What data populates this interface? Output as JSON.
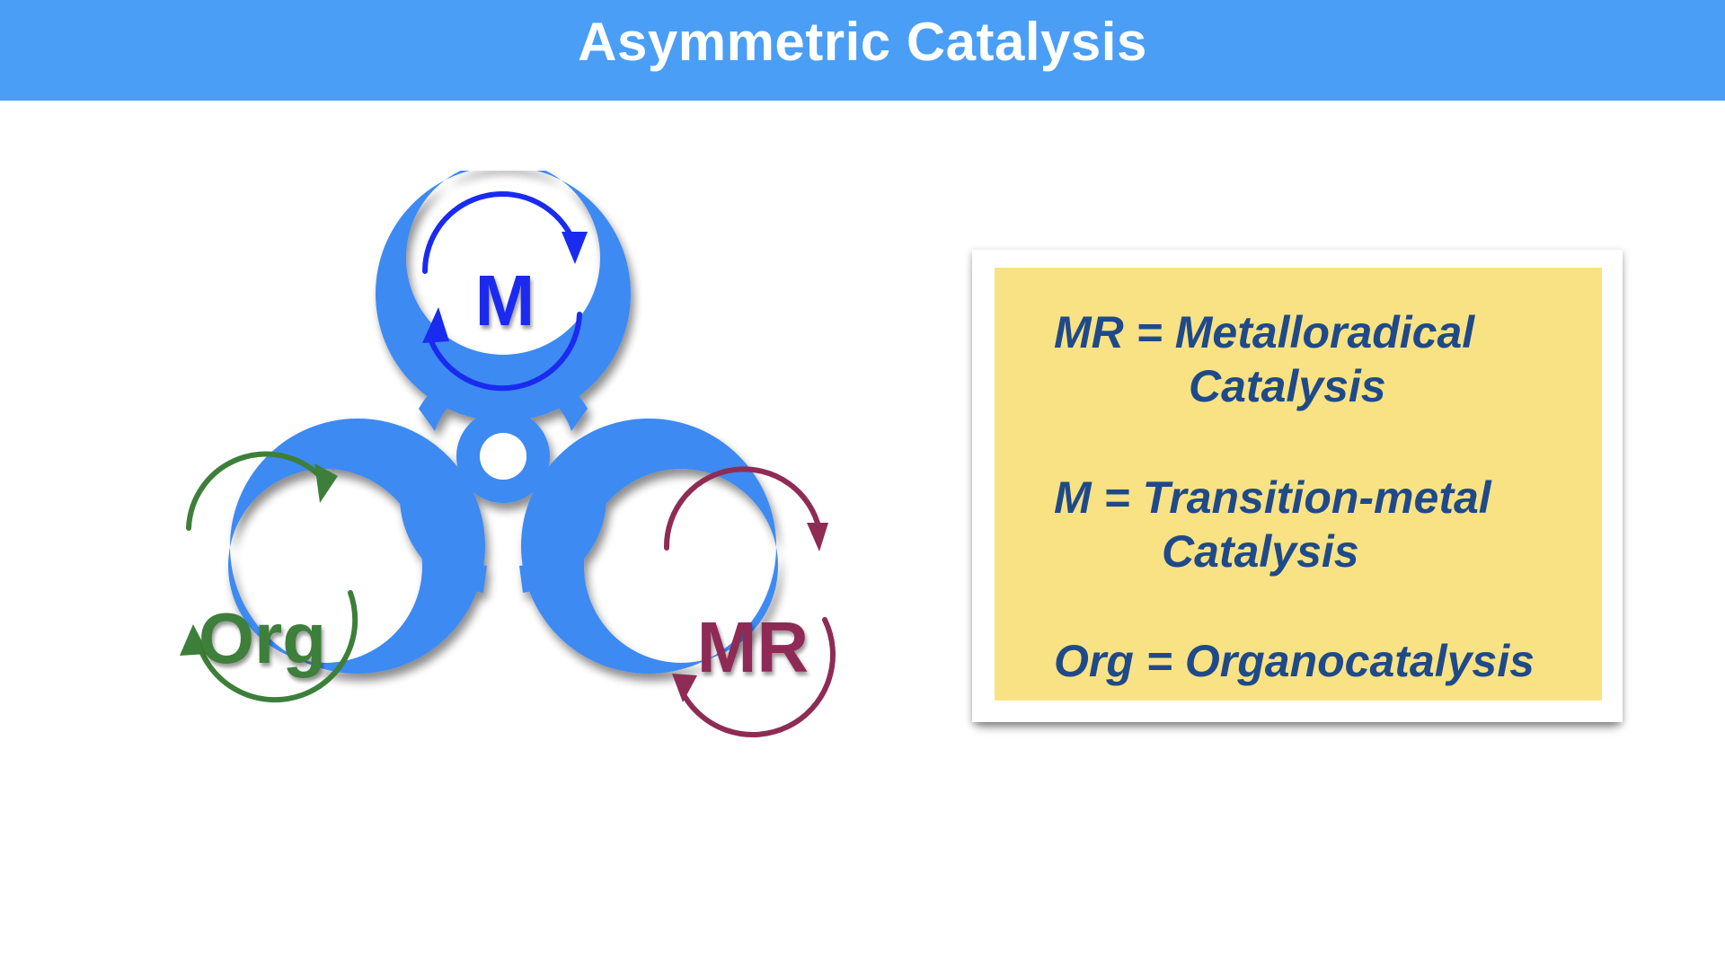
{
  "slide": {
    "title": "Asymmetric Catalysis"
  },
  "diagram": {
    "symbol": "biohazard-icon",
    "nodes": {
      "top": {
        "label": "M",
        "color": "#1a2bf0"
      },
      "left": {
        "label": "Org",
        "color": "#3d7f3a"
      },
      "right": {
        "label": "MR",
        "color": "#8e2c55"
      }
    },
    "symbol_color": "#3d8af2"
  },
  "legend": {
    "mr_line1": "MR = Metalloradical",
    "mr_line2": "Catalysis",
    "m_line1": "M = Transition-metal",
    "m_line2": "Catalysis",
    "org_line": "Org = Organocatalysis",
    "text_color": "#1f4a8a",
    "background_color": "#f9e283"
  }
}
